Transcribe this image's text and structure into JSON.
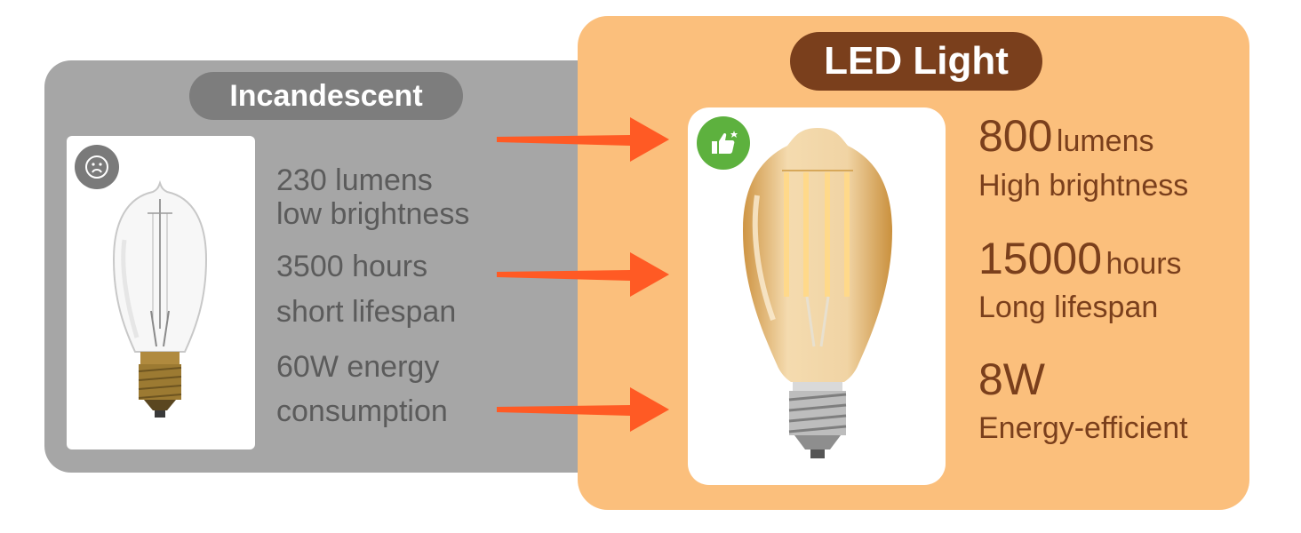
{
  "incandescent": {
    "title": "Incandescent",
    "icon": "sad-face-icon",
    "specs": [
      {
        "line1": "230 lumens",
        "line2": "low brightness"
      },
      {
        "line1": "3500 hours",
        "line2": "short lifespan"
      },
      {
        "line1": "60W energy",
        "line2": "consumption"
      }
    ]
  },
  "led": {
    "title": "LED Light",
    "icon": "thumbs-up-icon",
    "specs": [
      {
        "value": "800",
        "unit": "lumens",
        "desc": "High brightness"
      },
      {
        "value": "15000",
        "unit": "hours",
        "desc": "Long lifespan"
      },
      {
        "value": "8W",
        "unit": "",
        "desc": "Energy-efficient"
      }
    ]
  },
  "colors": {
    "gray_panel": "#a6a6a6",
    "orange_panel": "#fbbf7c",
    "led_title_bg": "#7a3f1c",
    "incandescent_title_bg": "#7d7d7d",
    "arrow": "#ff5a24",
    "like_badge": "#5db13e"
  }
}
